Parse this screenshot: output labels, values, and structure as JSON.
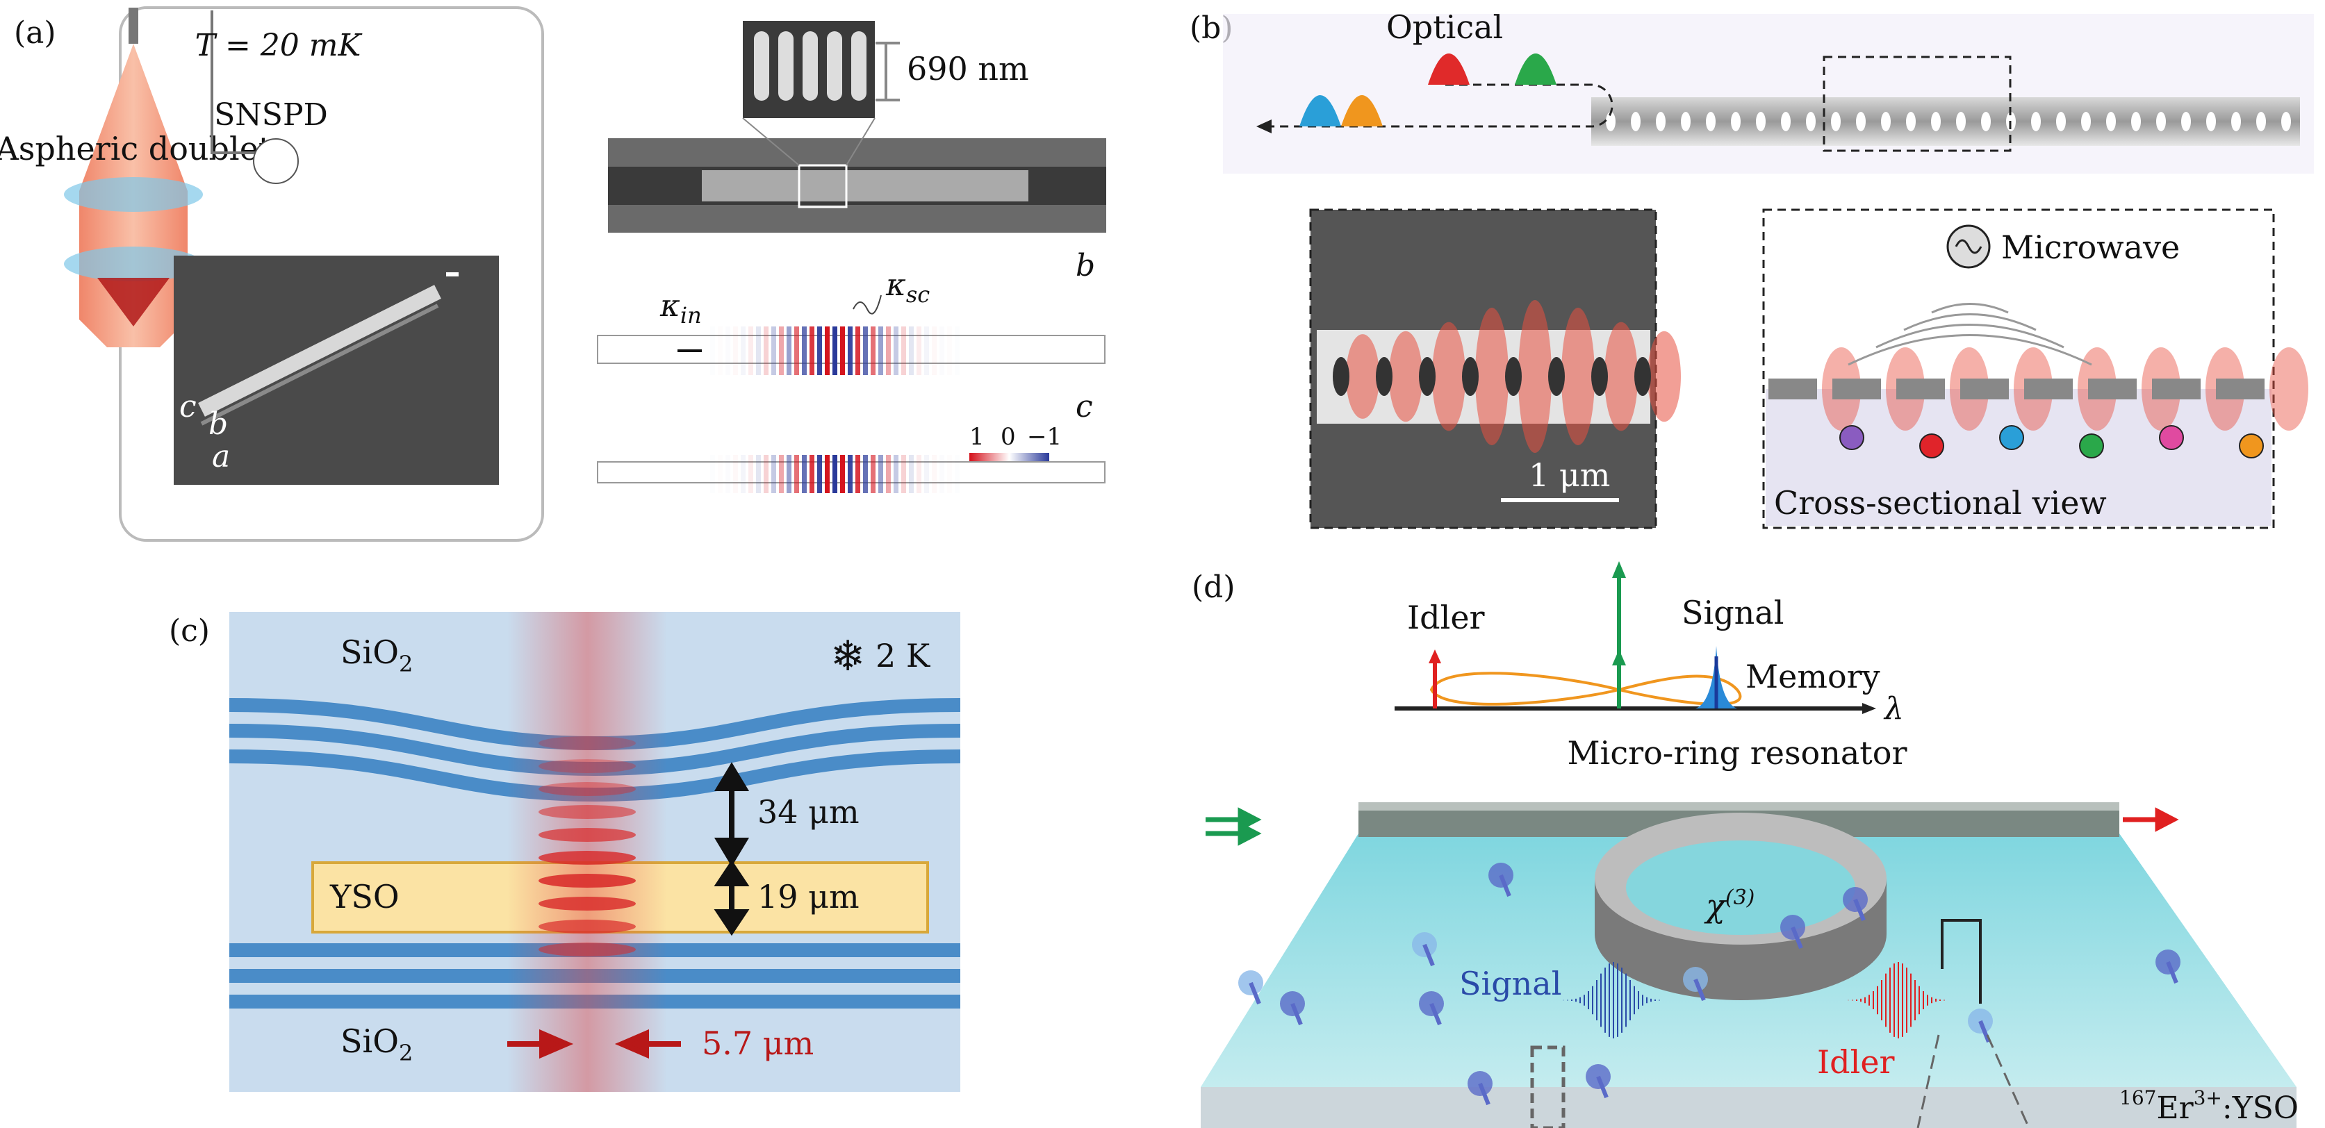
{
  "panel_a": {
    "label": "(a)",
    "temperature": "T = 20 mK",
    "detector": "SNSPD",
    "lens": "Aspheric doublet",
    "inset_dimension": "690 nm",
    "axis_b": "b",
    "axis_c": "c",
    "kappa_in": "κ",
    "kappa_in_sub": "in",
    "kappa_sc": "κ",
    "kappa_sc_sub": "sc",
    "colorbar_ticks": [
      "1",
      "0",
      "−1"
    ],
    "sem_axes": [
      "c",
      "b",
      "a"
    ]
  },
  "panel_b": {
    "label": "(b)",
    "optical": "Optical",
    "microwave": "Microwave",
    "scale_bar": "1 μm",
    "cross_section": "Cross-sectional view",
    "pulse_colors": [
      "#2a9fd8",
      "#f0961e",
      "#e02a2a",
      "#2aa84a"
    ],
    "ion_colors": [
      "#8a5cc0",
      "#e0242a",
      "#2a9fd8",
      "#2aa84a",
      "#e04aa0",
      "#f0961e"
    ]
  },
  "panel_c": {
    "label": "(c)",
    "top_layer": "SiO",
    "top_layer_sub": "2",
    "temperature": "2 K",
    "gap": "34 μm",
    "crystal": "YSO",
    "crystal_thickness": "19 μm",
    "bottom_layer": "SiO",
    "bottom_layer_sub": "2",
    "beam_waist": "5.7 μm",
    "snowflake_icon": "❄"
  },
  "panel_d": {
    "label": "(d)",
    "idler": "Idler",
    "signal": "Signal",
    "memory": "Memory",
    "axis": "λ",
    "title": "Micro-ring resonator",
    "chi": "χ",
    "chi_sup": "(3)",
    "signal_chip": "Signal",
    "idler_chip": "Idler",
    "crystal_iso": "167",
    "crystal_ion": "Er",
    "crystal_charge": "3+",
    "crystal_host": ":YSO"
  }
}
